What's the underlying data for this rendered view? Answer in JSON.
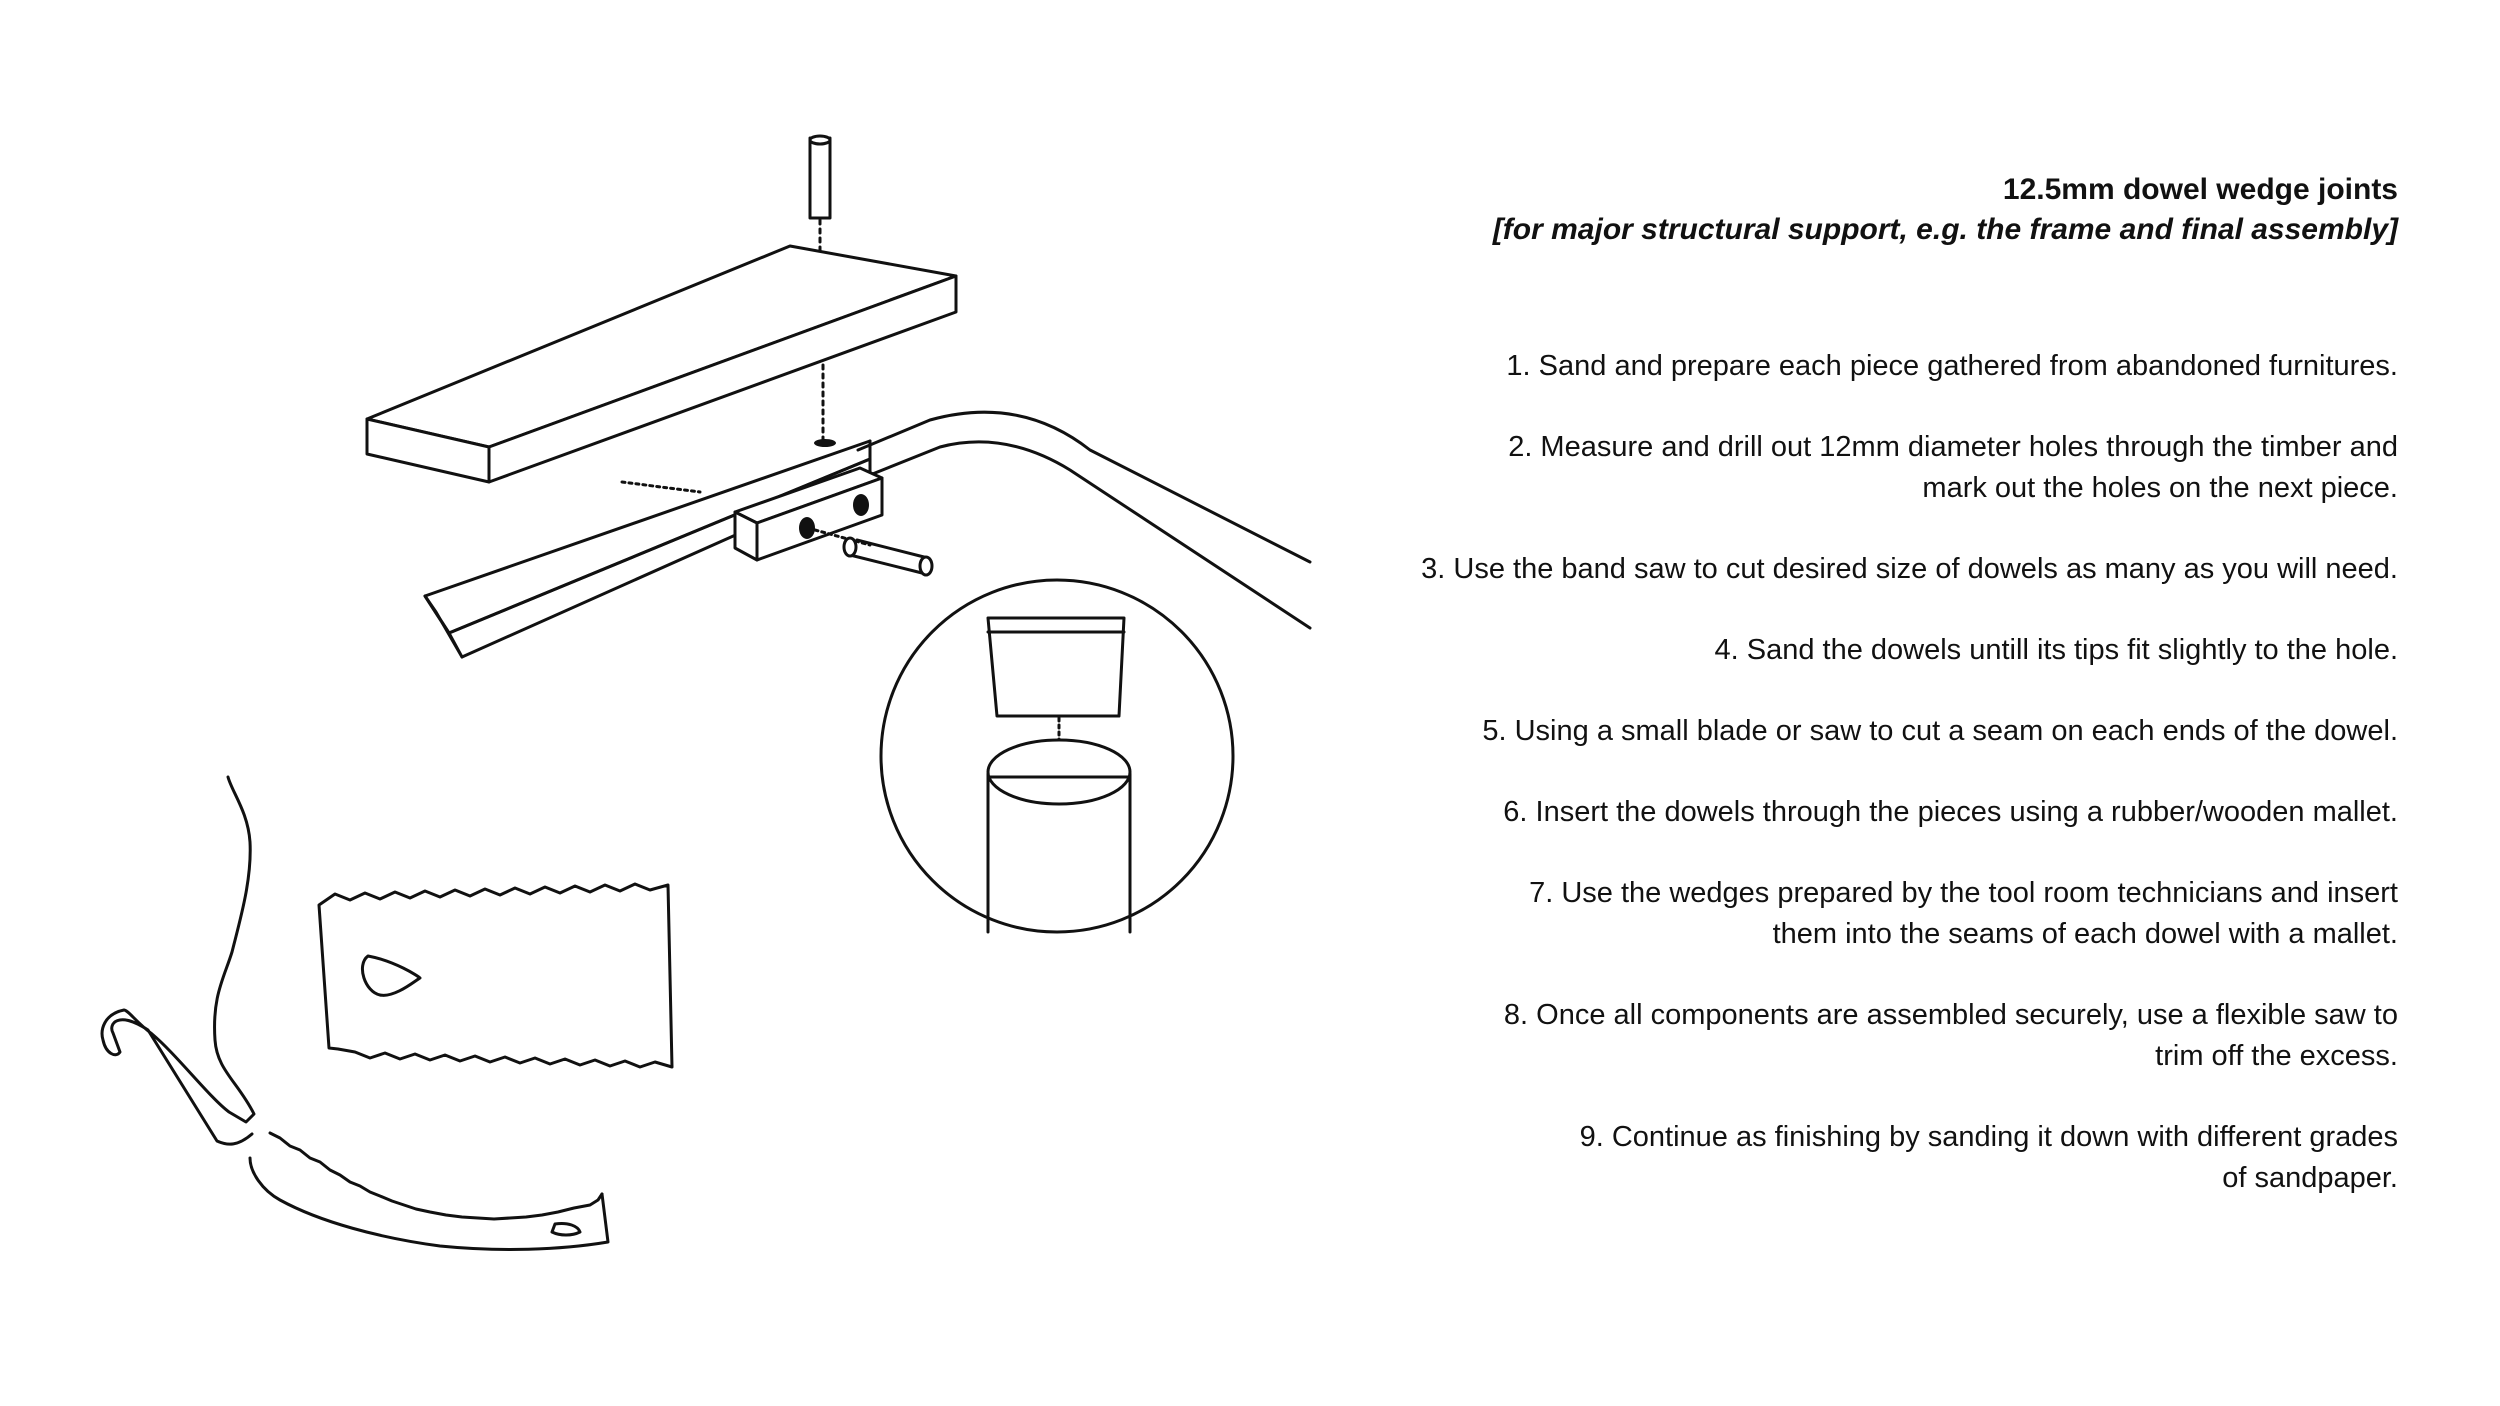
{
  "heading": {
    "title": "12.5mm dowel wedge joints",
    "subtitle": "[for major structural support, e.g. the frame and final assembly]"
  },
  "steps": [
    "1. Sand and prepare each piece gathered from abandoned furnitures.",
    "2. Measure and drill out 12mm diameter holes through the timber and mark out the holes on the next piece.",
    "3. Use the band saw to cut desired size of dowels as many as you will need.",
    "4. Sand the dowels untill its tips fit slightly to the hole.",
    "5. Using a small blade or saw to cut a seam on each ends of the dowel.",
    "6. Insert the dowels through the pieces using a rubber/wooden mallet.",
    "7. Use the wedges prepared by the tool room technicians and insert them into the seams of each dowel with a mallet.",
    "8. Once all components are assembled securely, use a flexible saw to trim off the excess.",
    "9. Continue as finishing by sanding it down with different grades of sandpaper."
  ],
  "colors": {
    "line": "#111111",
    "background": "#ffffff"
  }
}
